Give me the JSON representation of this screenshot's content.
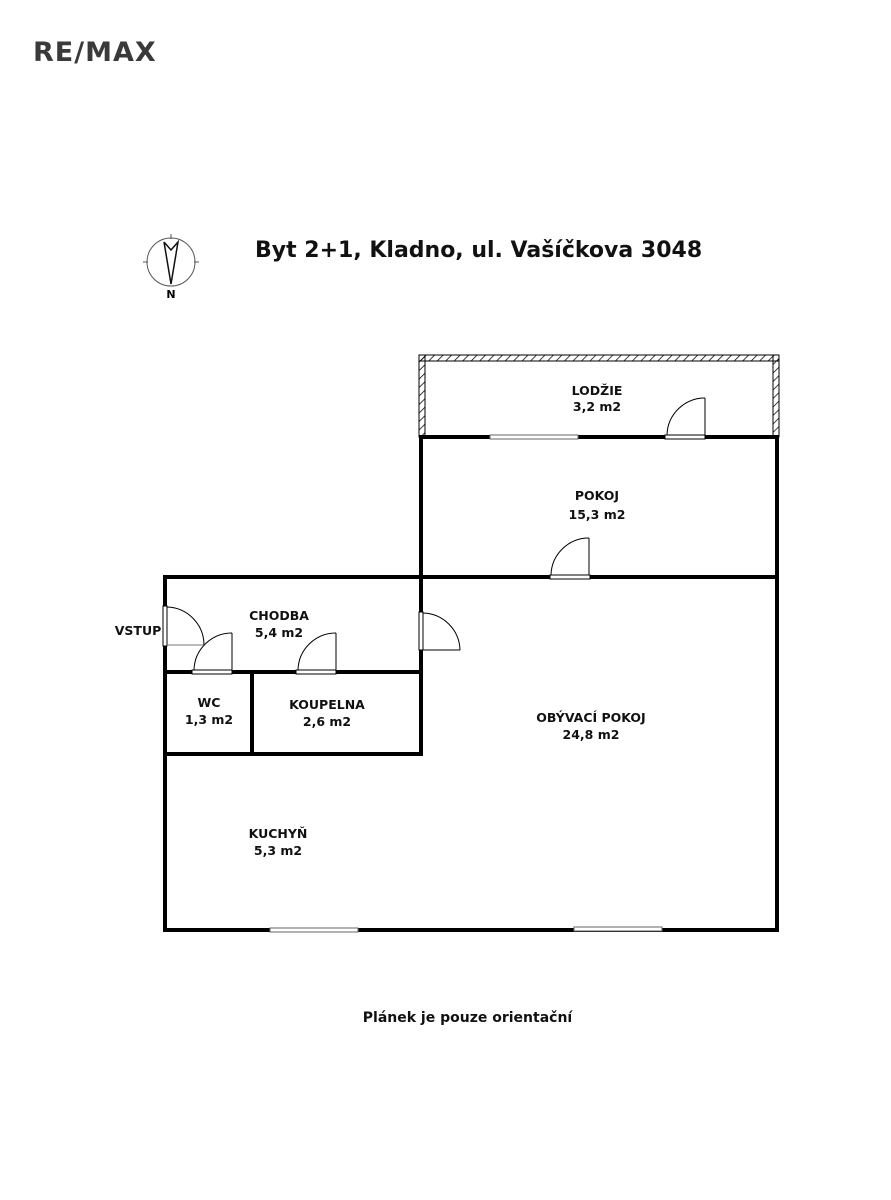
{
  "logo": "RE/MAX",
  "title": "Byt 2+1, Kladno, ul. Vašíčkova 3048",
  "compass_label": "N",
  "entrance_label": "VSTUP",
  "rooms": [
    {
      "name": "LODŽIE",
      "area": "3,2 m2"
    },
    {
      "name": "POKOJ",
      "area": "15,3 m2"
    },
    {
      "name": "CHODBA",
      "area": "5,4 m2"
    },
    {
      "name": "WC",
      "area": "1,3 m2"
    },
    {
      "name": "KOUPELNA",
      "area": "2,6 m2"
    },
    {
      "name": "OBÝVACÍ POKOJ",
      "area": "24,8 m2"
    },
    {
      "name": "KUCHYŇ",
      "area": "5,3 m2"
    }
  ],
  "note": "Plánek je pouze orientační"
}
